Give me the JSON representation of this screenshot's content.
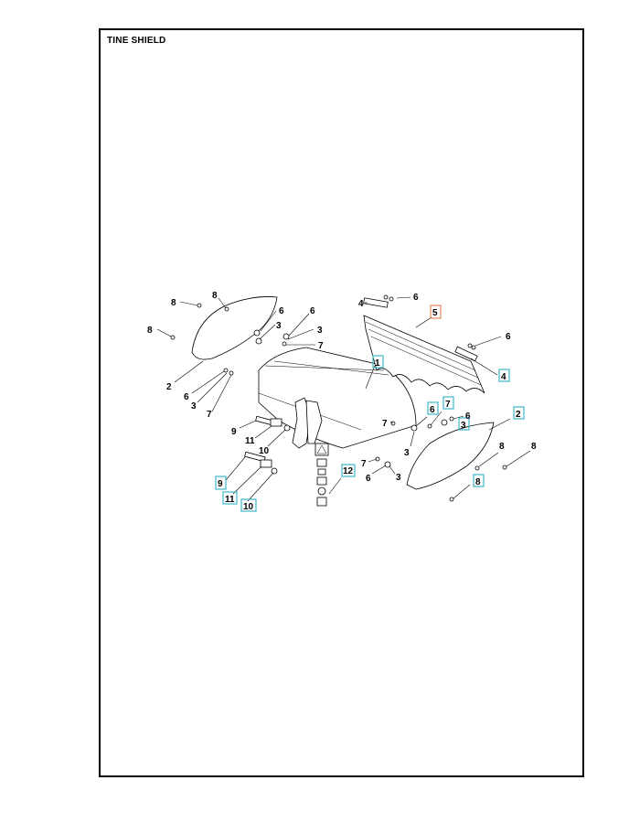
{
  "title": "TINE SHIELD",
  "colors": {
    "highlight_box": "#3fb6c9",
    "highlight_orange": "#e08a5a",
    "line": "#000000"
  },
  "labels": {
    "l8a": "8",
    "l8b": "8",
    "l8c": "8",
    "l6a": "6",
    "l3a": "3",
    "l6b": "6",
    "l3b": "3",
    "l7a": "7",
    "l2a": "2",
    "l6c": "6",
    "l3c": "3",
    "l7b": "7",
    "l4a": "4",
    "l6d": "6",
    "l5": "5",
    "l6e": "6",
    "l4b": "4",
    "l1": "1",
    "l9a": "9",
    "l11a": "11",
    "l10a": "10",
    "l7c": "7",
    "l6f": "6",
    "l7d": "7",
    "l6g": "6",
    "l3d": "3",
    "l3e": "3",
    "l2b": "2",
    "l8d": "8",
    "l8e": "8",
    "l7e": "7",
    "l6h": "6",
    "l3f": "3",
    "l8f": "8",
    "l12": "12",
    "l9b": "9",
    "l11b": "11",
    "l10b": "10"
  }
}
